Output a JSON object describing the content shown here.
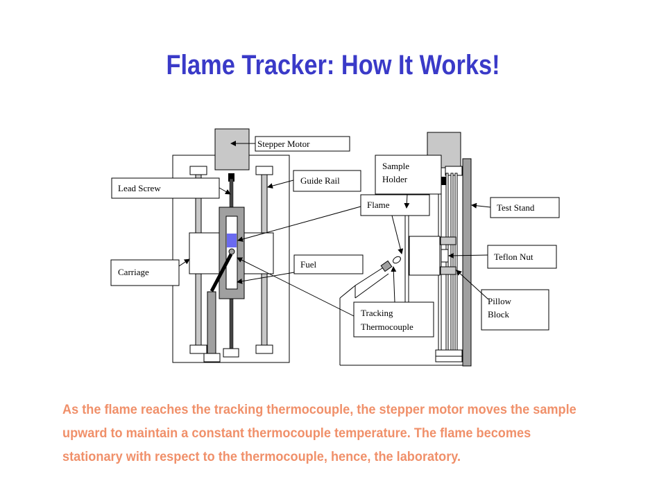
{
  "slide": {
    "title": "Flame Tracker: How It Works!",
    "caption": "As the flame reaches the tracking thermocouple, the stepper motor moves the sample upward to maintain a constant thermocouple temperature. The flame becomes stationary with respect to the thermocouple, hence, the laboratory."
  },
  "labels": {
    "stepper_motor": "Stepper Motor",
    "guide_rail": "Guide Rail",
    "lead_screw": "Lead Screw",
    "carriage": "Carriage",
    "fuel": "Fuel",
    "sample_holder_1": "Sample",
    "sample_holder_2": "Holder",
    "flame": "Flame",
    "test_stand": "Test Stand",
    "teflon_nut": "Teflon Nut",
    "pillow_block_1": "Pillow",
    "pillow_block_2": "Block",
    "tracking_tc_1": "Tracking",
    "tracking_tc_2": "Thermocouple"
  },
  "colors": {
    "title": "#3a3ac8",
    "caption": "#f0906a",
    "fuel": "#6a6af0",
    "motor": "#c8c8c8",
    "stand": "#a0a0a0"
  }
}
